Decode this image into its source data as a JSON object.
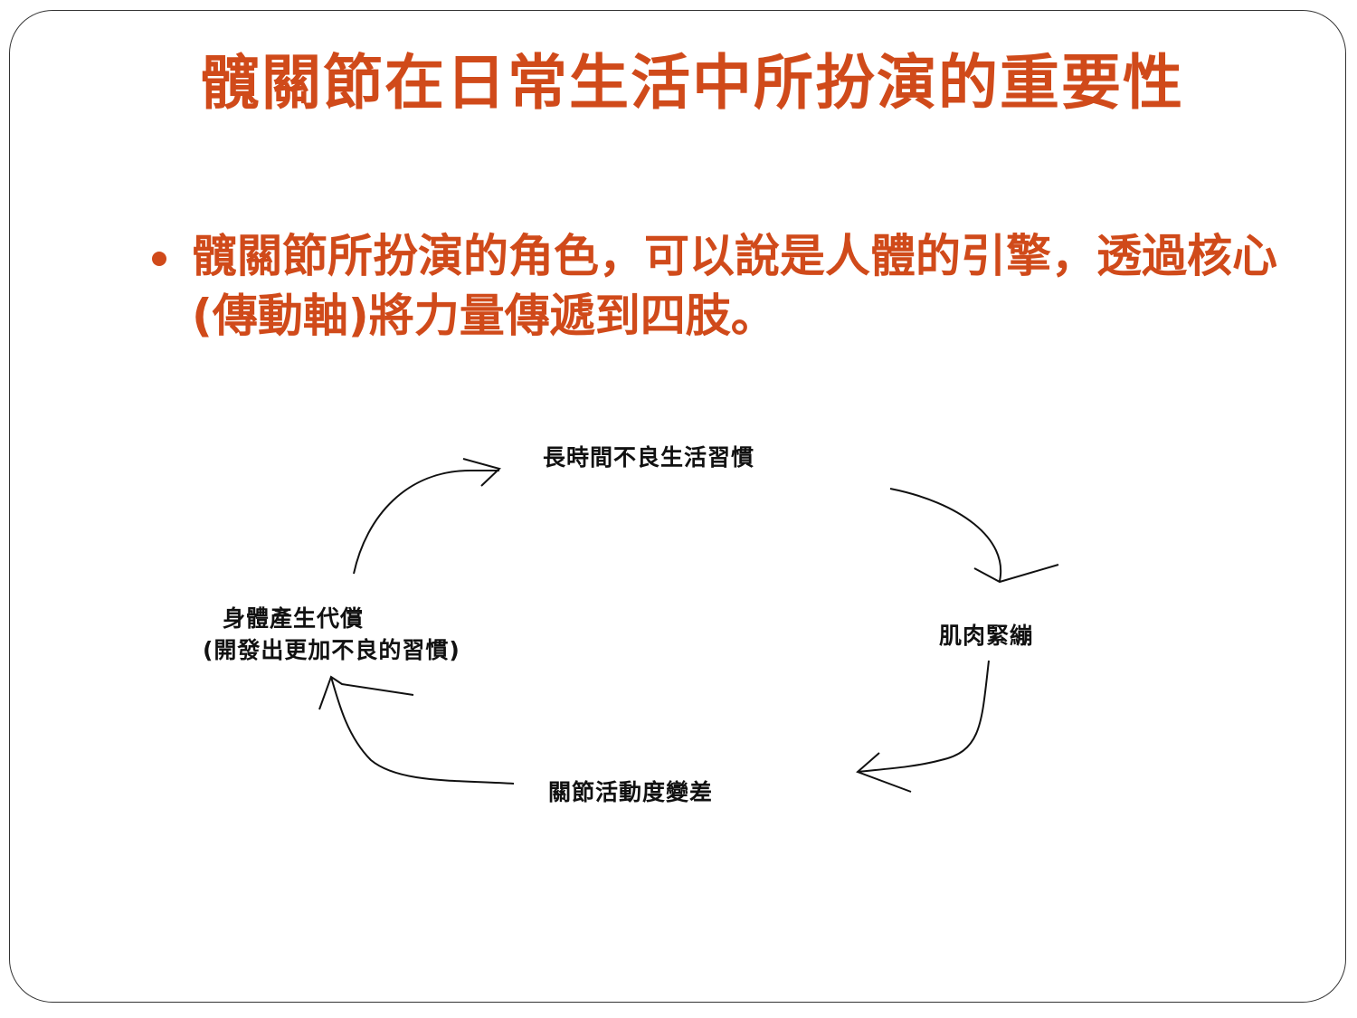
{
  "slide": {
    "title": "髖關節在日常生活中所扮演的重要性",
    "bullet_text": "髖關節所扮演的角色，可以說是人體的引擎，透過核心(傳動軸)將力量傳遞到四肢。",
    "accent_color": "#d04a1a"
  },
  "diagram": {
    "nodes": [
      {
        "label": "長時間不良生活習慣"
      },
      {
        "label": "肌肉緊繃"
      },
      {
        "label": "關節活動度變差"
      },
      {
        "label": "身體產生代償",
        "sublabel": "(開發出更加不良的習慣)"
      }
    ]
  }
}
